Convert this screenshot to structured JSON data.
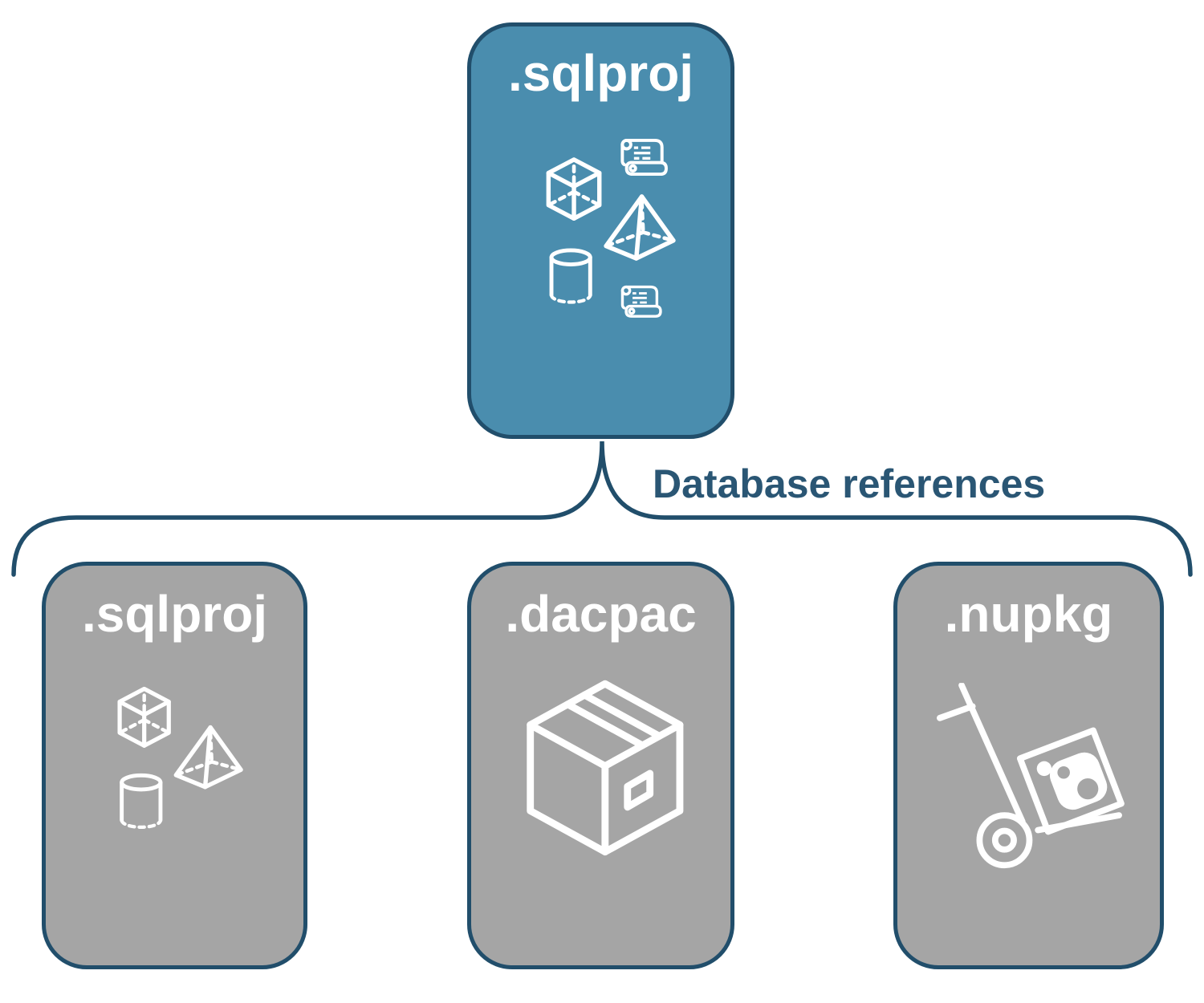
{
  "diagram": {
    "top_node": {
      "label": ".sqlproj",
      "icons": [
        "script-scroll",
        "cube",
        "pyramid",
        "cylinder",
        "script-scroll"
      ]
    },
    "connector": {
      "label": "Database references"
    },
    "children": [
      {
        "label": ".sqlproj",
        "icons": [
          "cube",
          "pyramid",
          "cylinder"
        ]
      },
      {
        "label": ".dacpac",
        "icons": [
          "package-box"
        ]
      },
      {
        "label": ".nupkg",
        "icons": [
          "nuget-hand-truck"
        ]
      }
    ],
    "colors": {
      "accent_fill": "#4A8DAE",
      "gray_fill": "#A5A5A5",
      "outline": "#214E6B",
      "connector_text": "#2A5674",
      "icon_stroke": "#FFFFFF",
      "background": "#FFFFFF"
    }
  }
}
